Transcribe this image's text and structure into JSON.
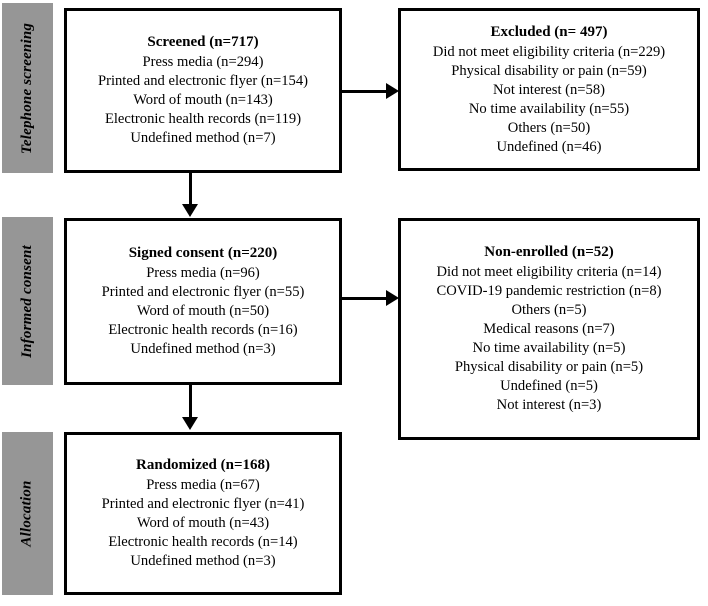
{
  "figure": {
    "type": "consort-flow-diagram",
    "accent_gray": "#969696",
    "line_color": "#000000",
    "background": "#ffffff"
  },
  "stages": [
    {
      "id": "telephone-screening",
      "label": "Telephone screening"
    },
    {
      "id": "informed-consent",
      "label": "Informed consent"
    },
    {
      "id": "allocation",
      "label": "Allocation"
    }
  ],
  "boxes": {
    "screened": {
      "title": "Screened (n=717)",
      "lines": [
        "Press media (n=294)",
        "Printed and electronic flyer (n=154)",
        "Word of mouth (n=143)",
        "Electronic health records (n=119)",
        "Undefined method (n=7)"
      ]
    },
    "excluded": {
      "title": "Excluded (n= 497)",
      "lines": [
        "Did not meet eligibility criteria (n=229)",
        "Physical disability or pain (n=59)",
        "Not interest (n=58)",
        "No time availability (n=55)",
        "Others (n=50)",
        "Undefined (n=46)"
      ]
    },
    "signed_consent": {
      "title": "Signed consent (n=220)",
      "lines": [
        "Press media (n=96)",
        "Printed and electronic flyer (n=55)",
        "Word of mouth (n=50)",
        "Electronic health records (n=16)",
        "Undefined method (n=3)"
      ]
    },
    "non_enrolled": {
      "title": "Non-enrolled (n=52)",
      "lines": [
        "Did not meet eligibility criteria (n=14)",
        "COVID-19 pandemic restriction (n=8)",
        "Others (n=5)",
        "Medical reasons (n=7)",
        "No time availability (n=5)",
        "Physical disability or pain (n=5)",
        "Undefined (n=5)",
        "Not interest (n=3)"
      ]
    },
    "randomized": {
      "title": "Randomized (n=168)",
      "lines": [
        "Press media (n=67)",
        "Printed and electronic flyer (n=41)",
        "Word of mouth (n=43)",
        "Electronic health records (n=14)",
        "Undefined method (n=3)"
      ]
    }
  },
  "connectors": [
    {
      "id": "screened-to-excluded",
      "direction": "right"
    },
    {
      "id": "screened-to-signed-consent",
      "direction": "down"
    },
    {
      "id": "signed-consent-to-non-enrolled",
      "direction": "right"
    },
    {
      "id": "signed-consent-to-randomized",
      "direction": "down"
    }
  ]
}
